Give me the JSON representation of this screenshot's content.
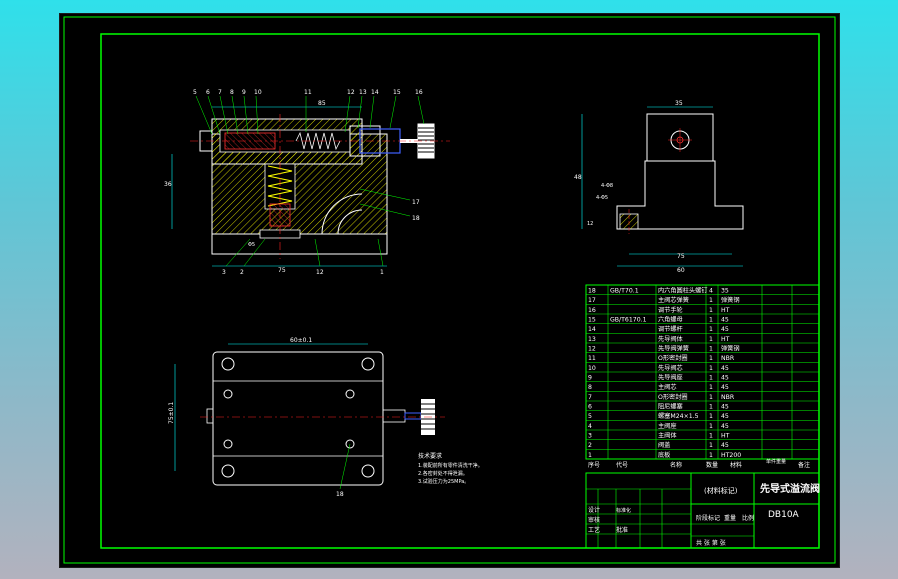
{
  "drawing": {
    "title_block": {
      "part_name": "先导式溢流阀",
      "drawing_no": "DB10A",
      "material_placeholder": "(材料标记)",
      "head_seq": "序号",
      "head_code": "代号",
      "head_name": "名称",
      "head_qty": "数量",
      "head_material": "材料",
      "head_weight": "单件重量",
      "head_remark": "备注",
      "row_design": "设计",
      "row_standard": "标准化",
      "row_check": "审核",
      "row_process": "工艺",
      "row_approve": "批准",
      "stage_mark": "阶段标记",
      "weight": "重量",
      "scale": "比例",
      "sheets": "共 张 第 张"
    },
    "parts_list": [
      {
        "no": "18",
        "code": "GB/T70.1",
        "name": "内六角圆柱头螺钉",
        "qty": "4",
        "material": "35"
      },
      {
        "no": "17",
        "code": "",
        "name": "主阀芯弹簧",
        "qty": "1",
        "material": "弹簧钢"
      },
      {
        "no": "16",
        "code": "",
        "name": "调节手轮",
        "qty": "1",
        "material": "HT"
      },
      {
        "no": "15",
        "code": "GB/T6170.1",
        "name": "六角螺母",
        "qty": "1",
        "material": "45"
      },
      {
        "no": "14",
        "code": "",
        "name": "调节螺杆",
        "qty": "1",
        "material": "45"
      },
      {
        "no": "13",
        "code": "",
        "name": "先导阀体",
        "qty": "1",
        "material": "HT"
      },
      {
        "no": "12",
        "code": "",
        "name": "先导阀弹簧",
        "qty": "1",
        "material": "弹簧钢"
      },
      {
        "no": "11",
        "code": "",
        "name": "O形密封圈",
        "qty": "1",
        "material": "NBR"
      },
      {
        "no": "10",
        "code": "",
        "name": "先导阀芯",
        "qty": "1",
        "material": "45"
      },
      {
        "no": "9",
        "code": "",
        "name": "先导阀座",
        "qty": "1",
        "material": "45"
      },
      {
        "no": "8",
        "code": "",
        "name": "主阀芯",
        "qty": "1",
        "material": "45"
      },
      {
        "no": "7",
        "code": "",
        "name": "O形密封圈",
        "qty": "1",
        "material": "NBR"
      },
      {
        "no": "6",
        "code": "",
        "name": "阻尼螺塞",
        "qty": "1",
        "material": "45"
      },
      {
        "no": "5",
        "code": "",
        "name": "螺塞M24×1.5",
        "qty": "1",
        "material": "45"
      },
      {
        "no": "4",
        "code": "",
        "name": "主阀座",
        "qty": "1",
        "material": "45"
      },
      {
        "no": "3",
        "code": "",
        "name": "主阀体",
        "qty": "1",
        "material": "HT"
      },
      {
        "no": "2",
        "code": "",
        "name": "阀盖",
        "qty": "1",
        "material": "45"
      },
      {
        "no": "1",
        "code": "",
        "name": "底板",
        "qty": "1",
        "material": "HT200"
      }
    ],
    "tech_req": {
      "heading": "技术要求",
      "lines": [
        "1.装配前所有零件清洗干净。",
        "2.各密封处不得泄漏。",
        "3.试验压力为25MPa。"
      ]
    },
    "dims": {
      "front_top": "85",
      "front_left": "36",
      "front_bottom": "75",
      "front_small": "Φ5",
      "side_top": "35",
      "side_left": "48",
      "side_bottom_1": "75",
      "side_bottom_2": "60",
      "side_holes_1": "4-Φ8",
      "side_holes_2": "4-Φ5",
      "side_small": "12",
      "plan_top": "60±0.1",
      "plan_left": "75±0.1",
      "balloon_plan": "18"
    },
    "balloons_top": [
      "5",
      "6",
      "7",
      "8",
      "9",
      "10",
      "11",
      "12",
      "13",
      "14",
      "15",
      "16"
    ],
    "balloons_right": [
      "17",
      "18"
    ],
    "balloons_bottom": [
      "3",
      "2",
      "12",
      "1"
    ],
    "colors": {
      "outline": "#00ff00",
      "body": "#ffffff",
      "hatch": "#ffff00",
      "dims": "#00ffff",
      "center": "#ff2020",
      "accent": "#4060ff"
    }
  }
}
